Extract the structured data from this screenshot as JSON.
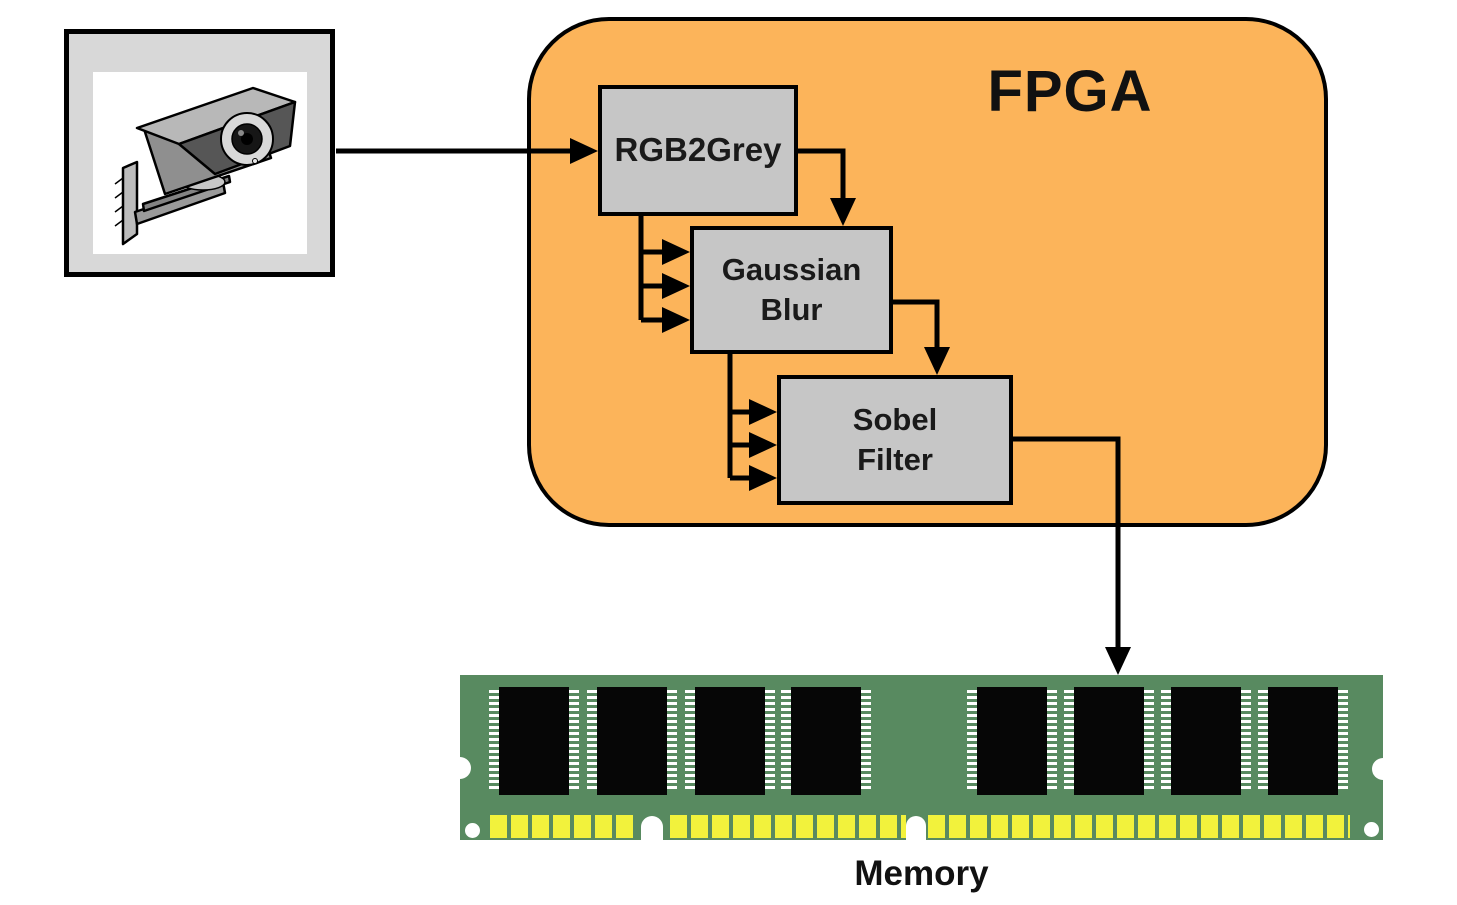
{
  "fpga": {
    "label": "FPGA"
  },
  "blocks": [
    {
      "id": "rgb2grey",
      "label": "RGB2Grey"
    },
    {
      "id": "gaussian-blur",
      "label": "Gaussian\nBlur"
    },
    {
      "id": "sobel-filter",
      "label": "Sobel\nFilter"
    }
  ],
  "memory": {
    "label": "Memory"
  },
  "icons": [
    {
      "name": "security-camera-icon",
      "meaning": "video camera input source"
    },
    {
      "name": "memory-module-icon",
      "meaning": "RAM DIMM stick"
    }
  ],
  "colors": {
    "fpga-fill": "#FCB45A",
    "block-fill": "#C6C6C6",
    "camera-frame-fill": "#D8D8D8",
    "pcb-green": "#588A60",
    "pin-yellow": "#F2F23C",
    "line-black": "#000000"
  }
}
